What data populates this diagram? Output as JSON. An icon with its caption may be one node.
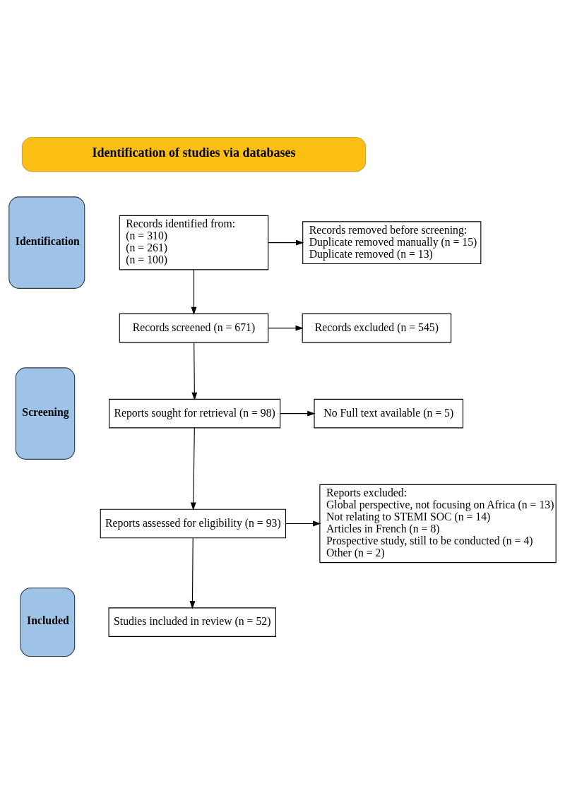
{
  "diagram": {
    "nodes": [
      {
        "text": [
          "Identification of studies via databases"
        ]
      },
      {
        "text": [
          "Identification"
        ]
      },
      {
        "text": [
          "Screening"
        ]
      },
      {
        "text": [
          "Included"
        ]
      },
      {
        "text": [
          "Records identified from:",
          "(n = 310)",
          "(n = 261)",
          "(n = 100)"
        ]
      },
      {
        "text": [
          "Records removed before screening:",
          "Duplicate removed manually (n = 15)",
          "Duplicate removed (n = 13)"
        ]
      },
      {
        "text": [
          "Records screened (n = 671)"
        ]
      },
      {
        "text": [
          "Records excluded (n = 545)"
        ]
      },
      {
        "text": [
          "Reports sought for retrieval (n = 98)"
        ]
      },
      {
        "text": [
          "No Full text available (n = 5)"
        ]
      },
      {
        "text": [
          "Reports assessed for eligibility (n = 93)"
        ]
      },
      {
        "text": [
          "Reports excluded:",
          "Global perspective, not focusing on Africa (n = 13)",
          "Not relating to STEMI SOC (n = 14)",
          "Articles in French (n = 8)",
          "Prospective study, still to be conducted (n = 4)",
          "Other (n = 2)"
        ]
      },
      {
        "text": [
          "Studies included in review (n = 52)"
        ]
      }
    ],
    "edges": [
      {
        "from": 4,
        "to": 5,
        "arrow": "to"
      },
      {
        "from": 4,
        "to": 6,
        "arrow": "to"
      },
      {
        "from": 6,
        "to": 7,
        "arrow": "to"
      },
      {
        "from": 6,
        "to": 8,
        "arrow": "to"
      },
      {
        "from": 8,
        "to": 9,
        "arrow": "to"
      },
      {
        "from": 8,
        "to": 10,
        "arrow": "to"
      },
      {
        "from": 10,
        "to": 11,
        "arrow": "to"
      },
      {
        "from": 10,
        "to": 12,
        "arrow": "to"
      }
    ]
  }
}
